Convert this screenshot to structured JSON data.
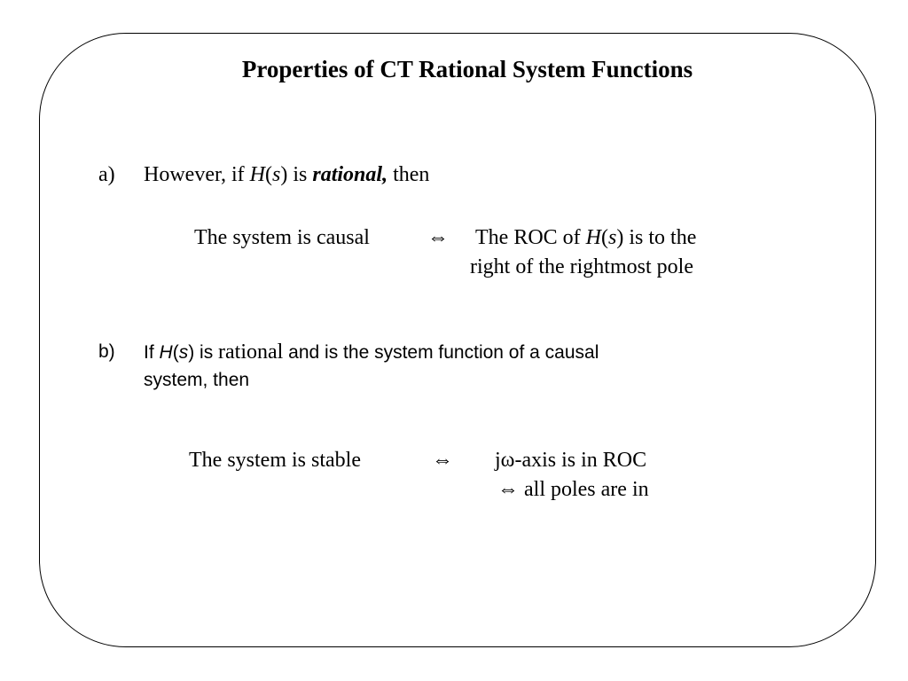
{
  "slide": {
    "title": "Properties of CT Rational System Functions",
    "item_a": {
      "marker": "a)",
      "text_1": "However, if ",
      "H": "H",
      "paren_open": "(",
      "s": "s",
      "paren_close": ")",
      "text_2": " is ",
      "emphasis": "rational,",
      "text_3": " then"
    },
    "equiv_a": {
      "left": "The system is causal",
      "symbol": "⇔",
      "right_1": "The ROC of ",
      "H": "H",
      "paren_open": "(",
      "s": "s",
      "paren_close": ")",
      "right_2": " is to the",
      "right_line2": "right of the rightmost pole"
    },
    "item_b": {
      "marker": "b)",
      "text_1": "If ",
      "H": "H",
      "paren_open": "(",
      "s": "s",
      "paren_close": ")",
      "text_2": " is ",
      "rational": "rational",
      "text_3": " and is the system function of a causal",
      "line2": "system, then"
    },
    "equiv_b": {
      "left": "The system is stable",
      "symbol": "⇔",
      "right_line1": "jω-axis is in ROC",
      "right_line2": "⇔ all poles are in"
    }
  }
}
